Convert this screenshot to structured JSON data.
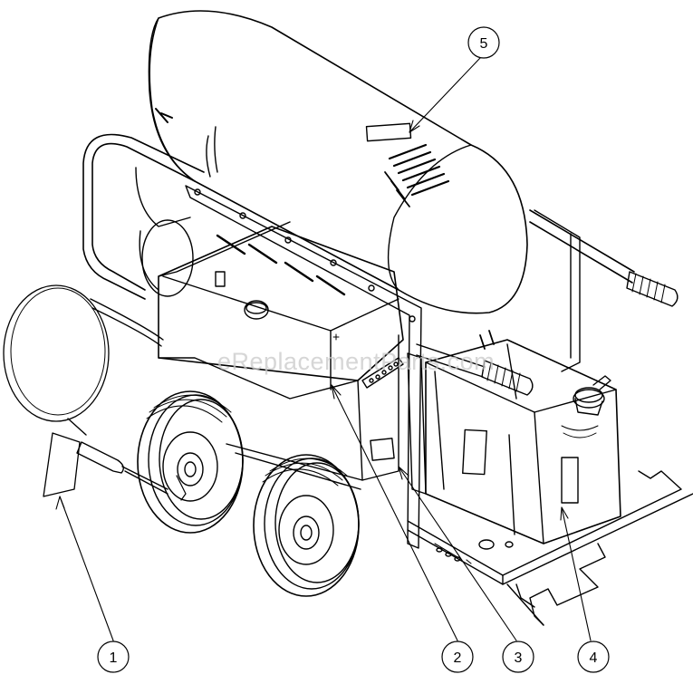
{
  "diagram": {
    "watermark": "eReplacementParts.com",
    "callouts": [
      {
        "id": "1",
        "label": "1"
      },
      {
        "id": "2",
        "label": "2"
      },
      {
        "id": "3",
        "label": "3"
      },
      {
        "id": "4",
        "label": "4"
      },
      {
        "id": "5",
        "label": "5"
      }
    ]
  }
}
